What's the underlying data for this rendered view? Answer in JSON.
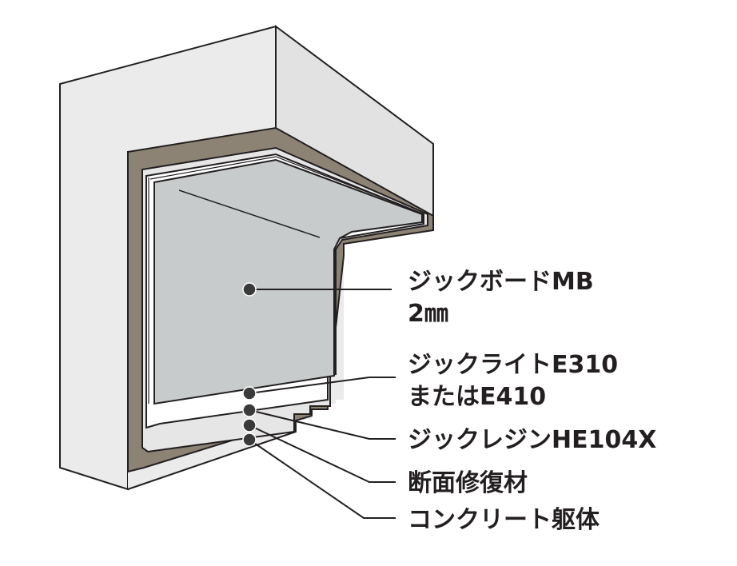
{
  "labels": {
    "board": {
      "line1": "ジックボードMB",
      "line2": "2㎜"
    },
    "primer": {
      "line1": "ジックライトE310",
      "line2": "またはE410"
    },
    "resin": "ジックレジンHE104X",
    "repair": "断面修復材",
    "concrete": "コンクリート躯体"
  },
  "colors": {
    "concrete": "#ebebeb",
    "repair_material": "#8c8375",
    "board": "#c7cbcc",
    "primer": "#ffffff",
    "resin": "#e6e6e6",
    "outline": "#231f20"
  }
}
